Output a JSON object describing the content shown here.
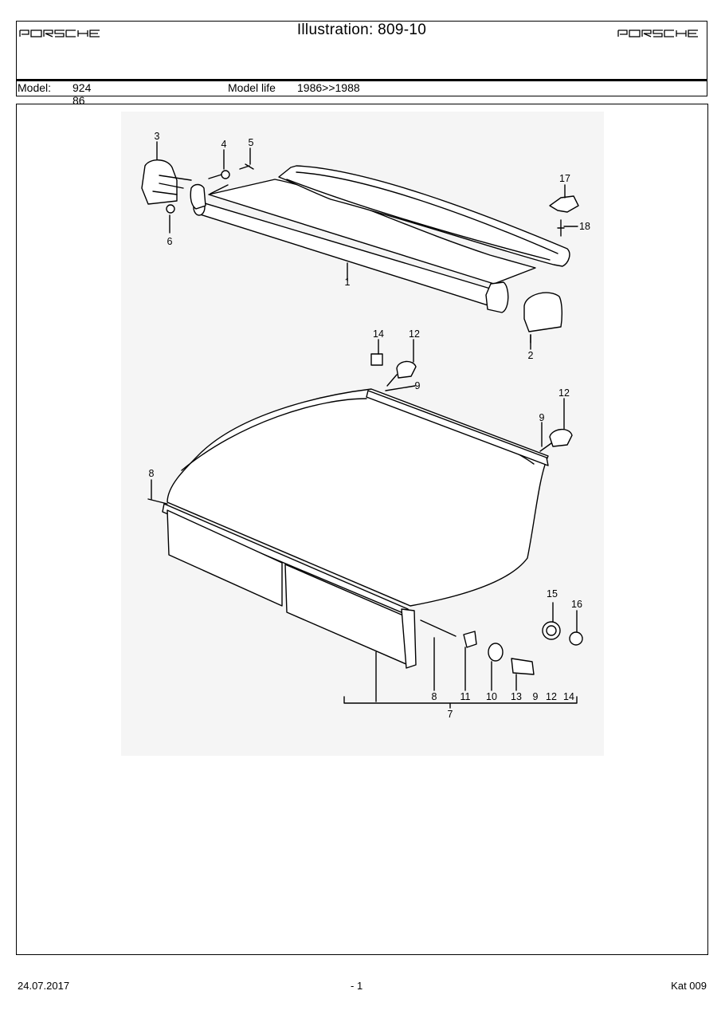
{
  "header": {
    "brand": "PORSCHE",
    "title": "Illustration: 809-10",
    "model_label": "Model:",
    "model_value": "924 86",
    "model_life_label": "Model life",
    "model_life_value": "1986>>1988"
  },
  "diagram": {
    "callouts": [
      "1",
      "2",
      "3",
      "4",
      "5",
      "6",
      "17",
      "18",
      "14",
      "12",
      "9",
      "9",
      "12",
      "8",
      "15",
      "16",
      "8",
      "11",
      "10",
      "13",
      "9",
      "12",
      "14",
      "7"
    ]
  },
  "footer": {
    "date": "24.07.2017",
    "page": "- 1",
    "catalog": "Kat 009"
  }
}
